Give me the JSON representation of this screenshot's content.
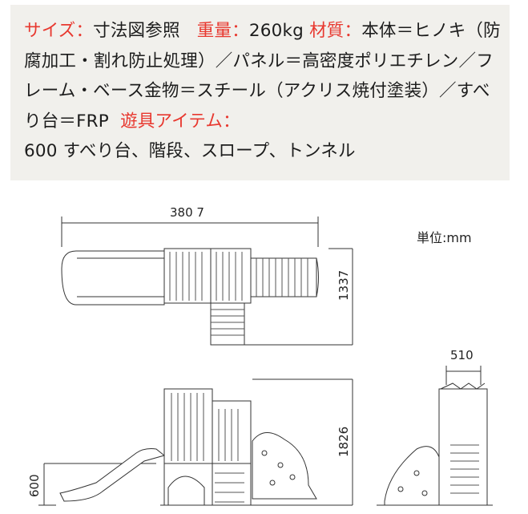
{
  "spec": {
    "size_label": "サイズ：",
    "size_value": "寸法図参照",
    "weight_label": "重量：",
    "weight_value": "260kg",
    "material_label": "材質：",
    "material_value": "本体＝ヒノキ（防腐加工・割れ防止処理）／パネル＝高密度ポリエチレン／フレーム・ベース金物＝スチール（アクリス焼付塗装）／すべり台＝FRP",
    "items_label": "遊具アイテム：",
    "items_value": "600 すべり台、階段、スロープ、トンネル"
  },
  "diagram": {
    "unit_label": "単位:mm",
    "dim_width_top": "380 7",
    "dim_depth": "1337",
    "dim_height": "1826",
    "dim_side_width": "510",
    "dim_slide_height": "600"
  },
  "colors": {
    "accent": "#e8382f",
    "box_bg": "#f1f0ec",
    "line": "#333333"
  }
}
